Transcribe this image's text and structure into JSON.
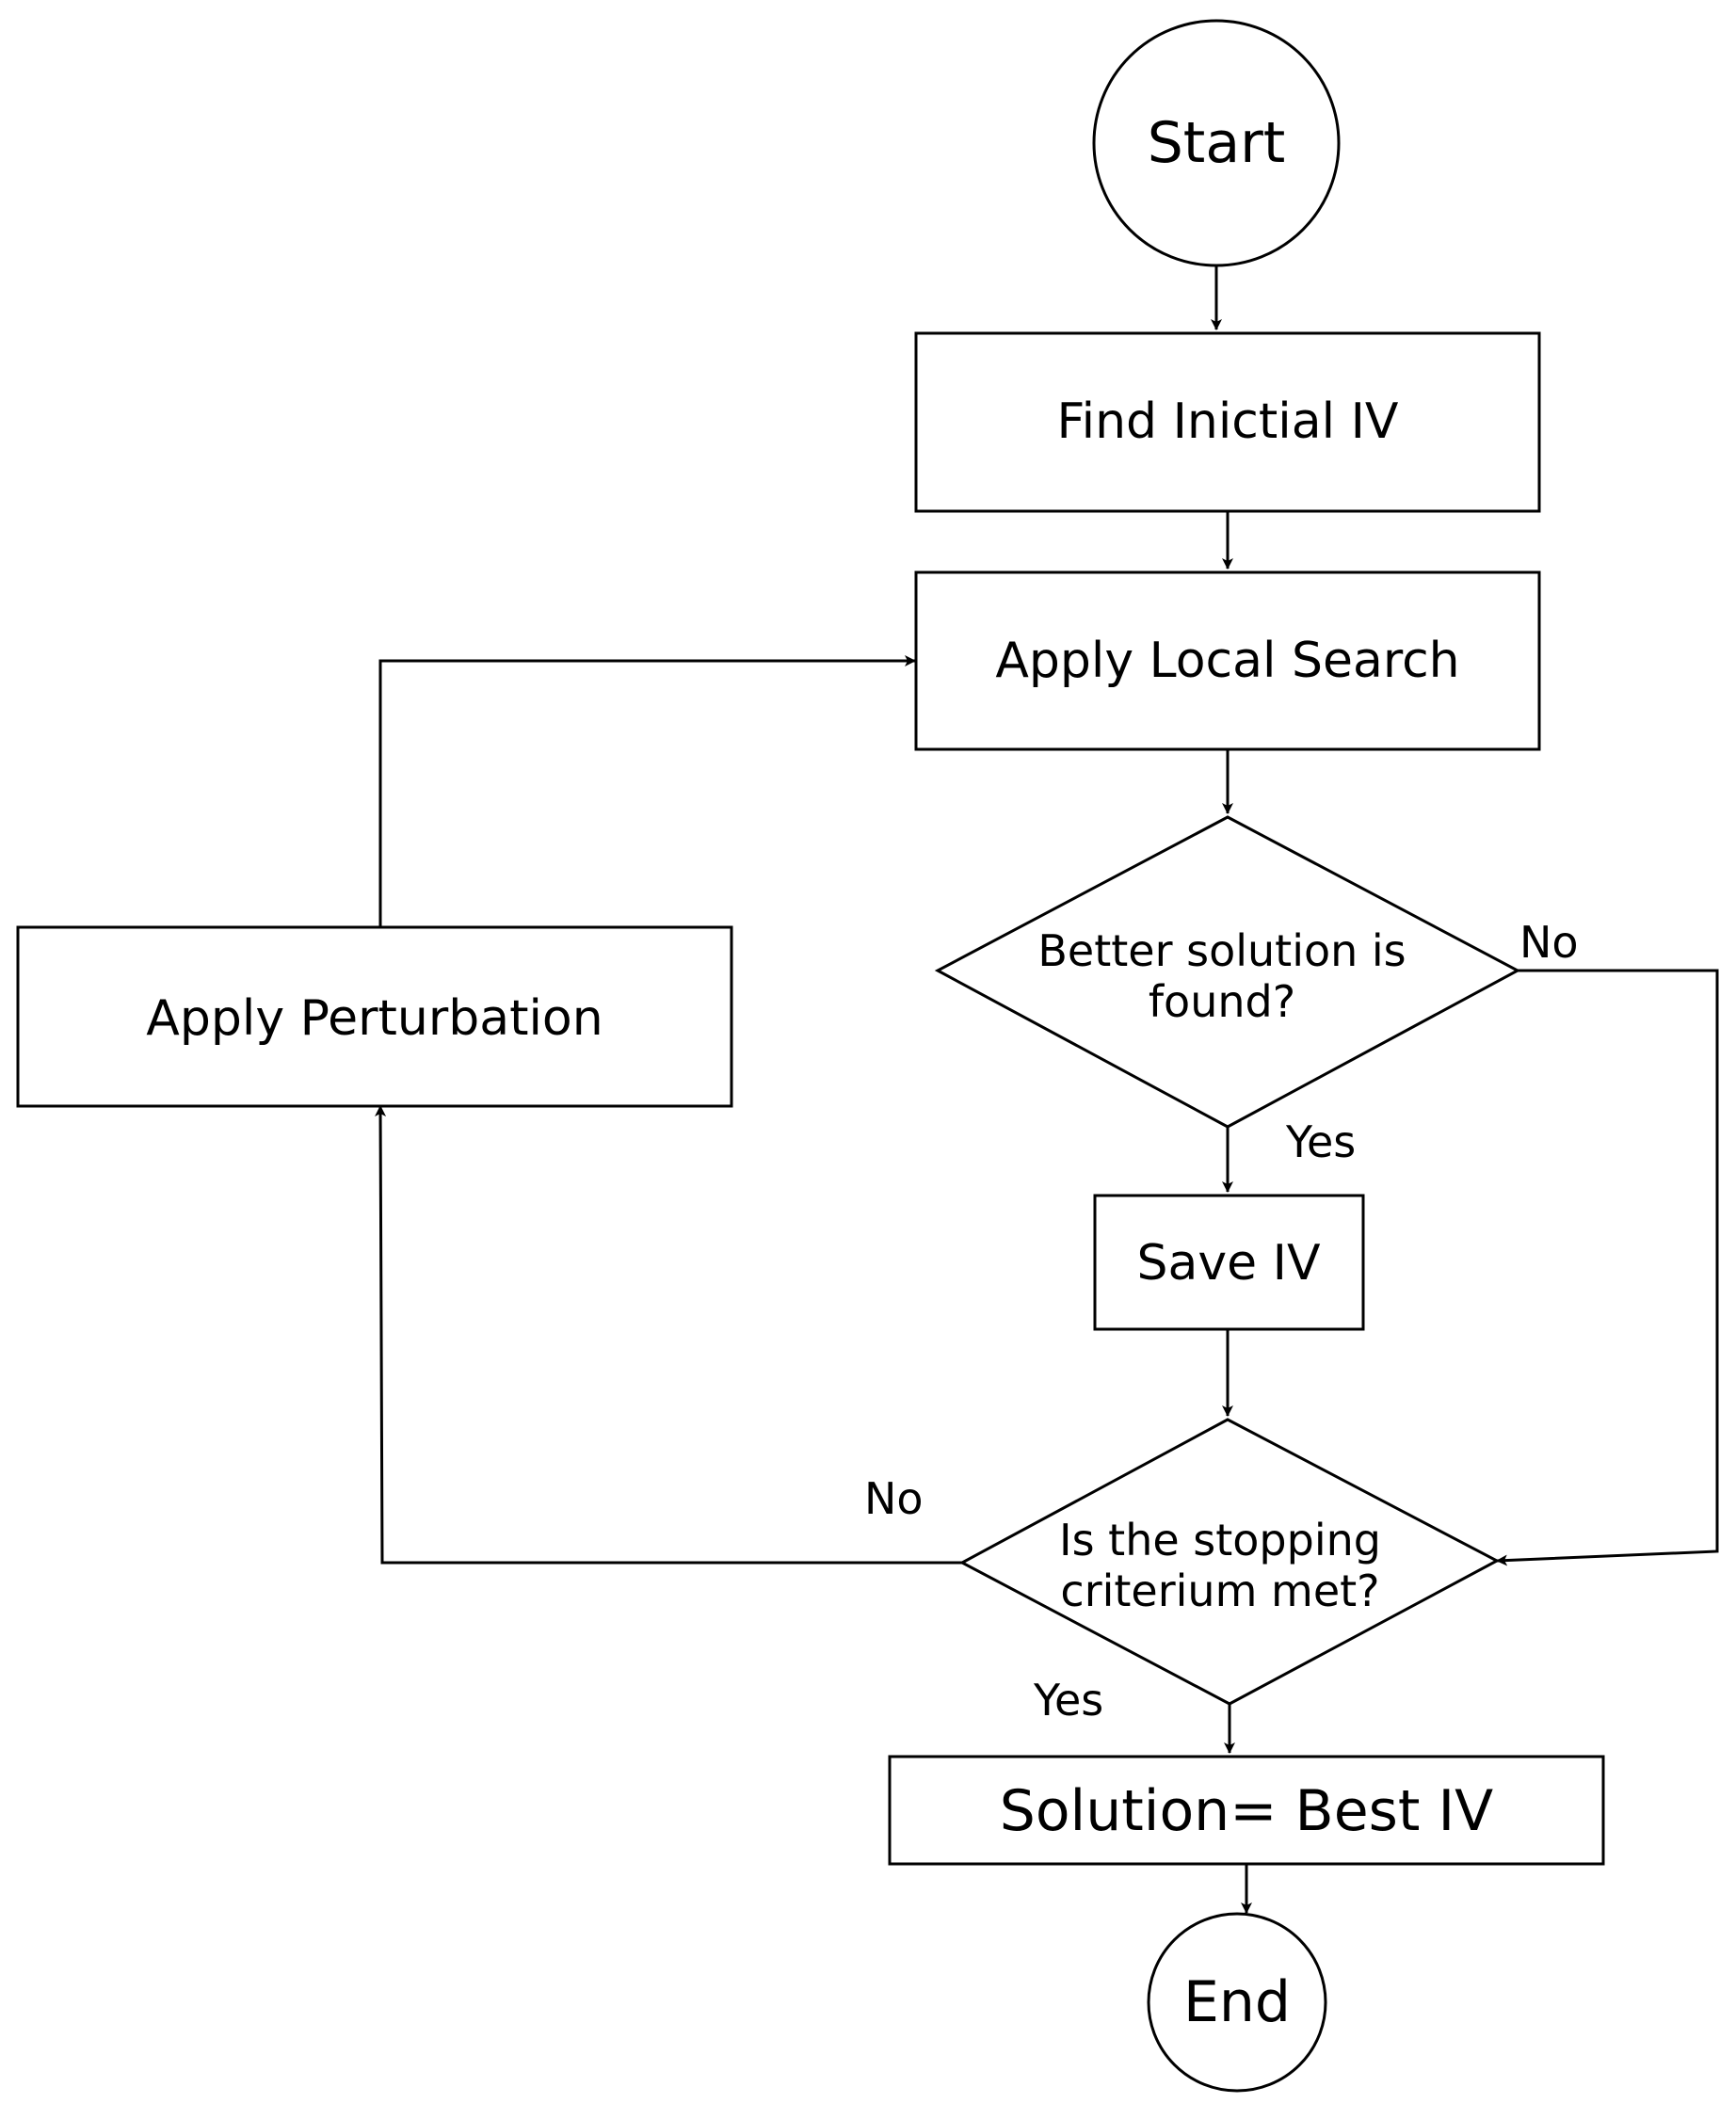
{
  "nodes": {
    "start": "Start",
    "find_initial": "Find Inictial IV",
    "local_search": "Apply Local Search",
    "better_q": [
      "Better solution is",
      "found?"
    ],
    "save": "Save IV",
    "stop_q": [
      "Is the stopping",
      "criterium met?"
    ],
    "solution": "Solution= Best IV",
    "end": "End",
    "perturbation": "Apply Perturbation"
  },
  "edge_labels": {
    "better_no": "No",
    "better_yes": "Yes",
    "stop_no": "No",
    "stop_yes": "Yes"
  }
}
